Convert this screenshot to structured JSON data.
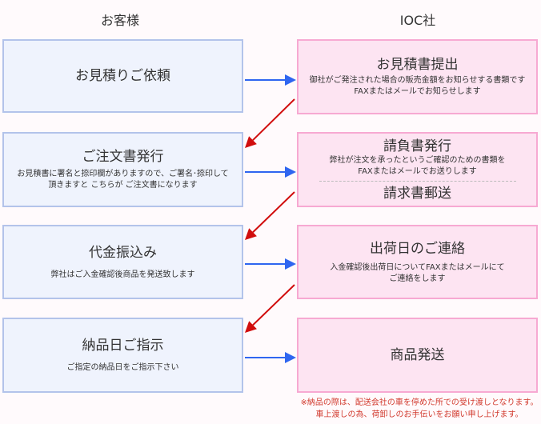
{
  "columns": {
    "customer": "お客様",
    "ioc": "IOC社"
  },
  "customer_steps": [
    {
      "title": "お見積りご依頼",
      "desc": ""
    },
    {
      "title": "ご注文書発行",
      "desc": "お見積書に署名と捺印欄がありますので、ご署名･捺印して\n頂きますと こちらが ご注文書になります"
    },
    {
      "title": "代金振込み",
      "desc": "弊社はご入金確認後商品を発送致します"
    },
    {
      "title": "納品日ご指示",
      "desc": "ご指定の納品日をご指示下さい"
    }
  ],
  "ioc_steps": [
    {
      "title": "お見積書提出",
      "desc": "御社がご発注された場合の販売金額をお知らせする書類です\nFAXまたはメールでお知らせします"
    },
    {
      "title": "請負書発行",
      "desc": "弊社が注文を承ったというご確認のための書類を\nFAXまたはメールでお送りします",
      "title2": "請求書郵送"
    },
    {
      "title": "出荷日のご連絡",
      "desc": "入金確認後出荷日についてFAXまたはメールにて\nご連絡をします"
    },
    {
      "title": "商品発送",
      "desc": ""
    }
  ],
  "note": "※納品の際は、配送会社の車を停めた所での受け渡しとなります。\n車上渡しの為、荷卸しのお手伝いをお願い申し上げます。",
  "colors": {
    "forward_arrow": "#2f66f0",
    "return_arrow": "#d10d0d",
    "note_text": "#d23b2f"
  }
}
